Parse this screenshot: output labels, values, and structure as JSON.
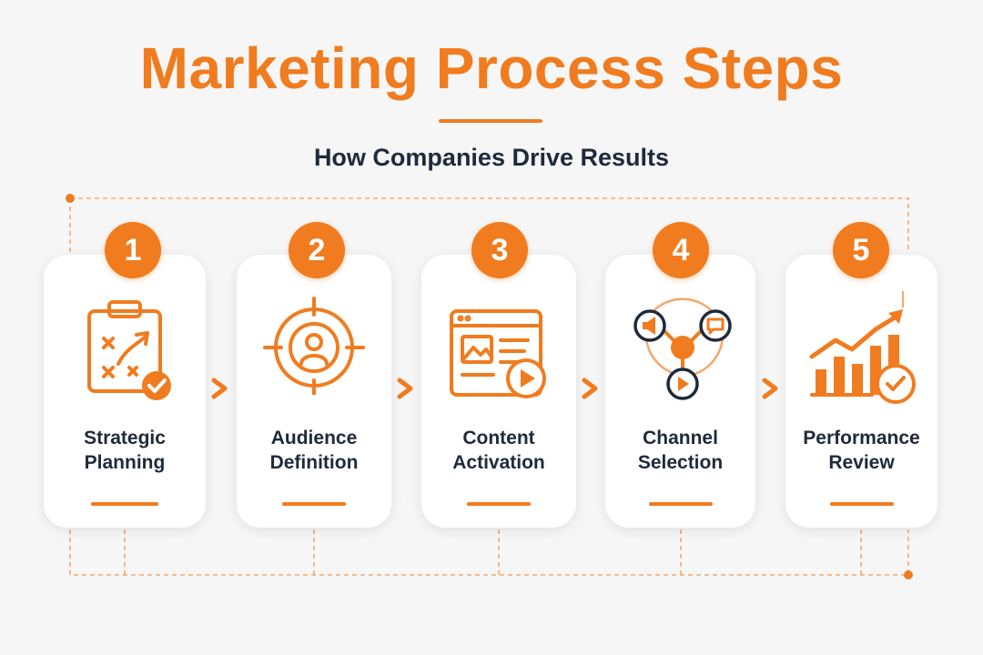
{
  "header": {
    "title": "Marketing Process Steps",
    "subtitle": "How Companies Drive Results"
  },
  "steps": [
    {
      "number": "1",
      "line1": "Strategic",
      "line2": "Planning",
      "icon": "strategy-clipboard-icon"
    },
    {
      "number": "2",
      "line1": "Audience",
      "line2": "Definition",
      "icon": "target-audience-icon"
    },
    {
      "number": "3",
      "line1": "Content",
      "line2": "Activation",
      "icon": "content-media-icon"
    },
    {
      "number": "4",
      "line1": "Channel",
      "line2": "Selection",
      "icon": "channel-network-icon"
    },
    {
      "number": "5",
      "line1": "Performance",
      "line2": "Review",
      "icon": "growth-chart-icon"
    }
  ],
  "colors": {
    "accent": "#f07c1f",
    "text": "#1f2a3a",
    "card": "#ffffff",
    "background": "#f6f6f6"
  }
}
